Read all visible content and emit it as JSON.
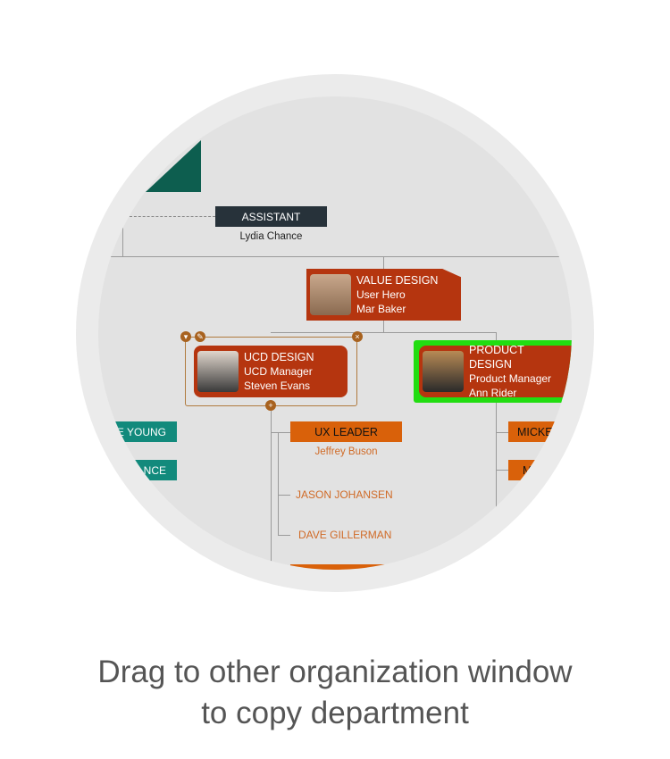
{
  "chart": {
    "assistant": {
      "title": "ASSISTANT",
      "name": "Lydia Chance"
    },
    "value_design": {
      "title": "VALUE DESIGN",
      "role": "User Hero",
      "name": "Mar Baker"
    },
    "ucd_design": {
      "title": "UCD DESIGN",
      "role": "UCD Manager",
      "name": "Steven Evans"
    },
    "product_design": {
      "title": "PRODUCT DESIGN",
      "role": "Product Manager",
      "name": "Ann Rider"
    },
    "left_items": [
      "E YOUNG",
      "NCE"
    ],
    "ux_leader": {
      "title": "UX LEADER",
      "name": "Jeffrey Buson"
    },
    "members": [
      "JASON JOHANSEN",
      "DAVE GILLERMAN"
    ],
    "right_items": [
      "MICKE",
      "M"
    ]
  },
  "caption": {
    "line1": "Drag to other organization window",
    "line2": "to copy department"
  },
  "colors": {
    "dept": "#b5350f",
    "selected": "#22dd11",
    "teal": "#128a7c",
    "orange": "#d9610a"
  }
}
